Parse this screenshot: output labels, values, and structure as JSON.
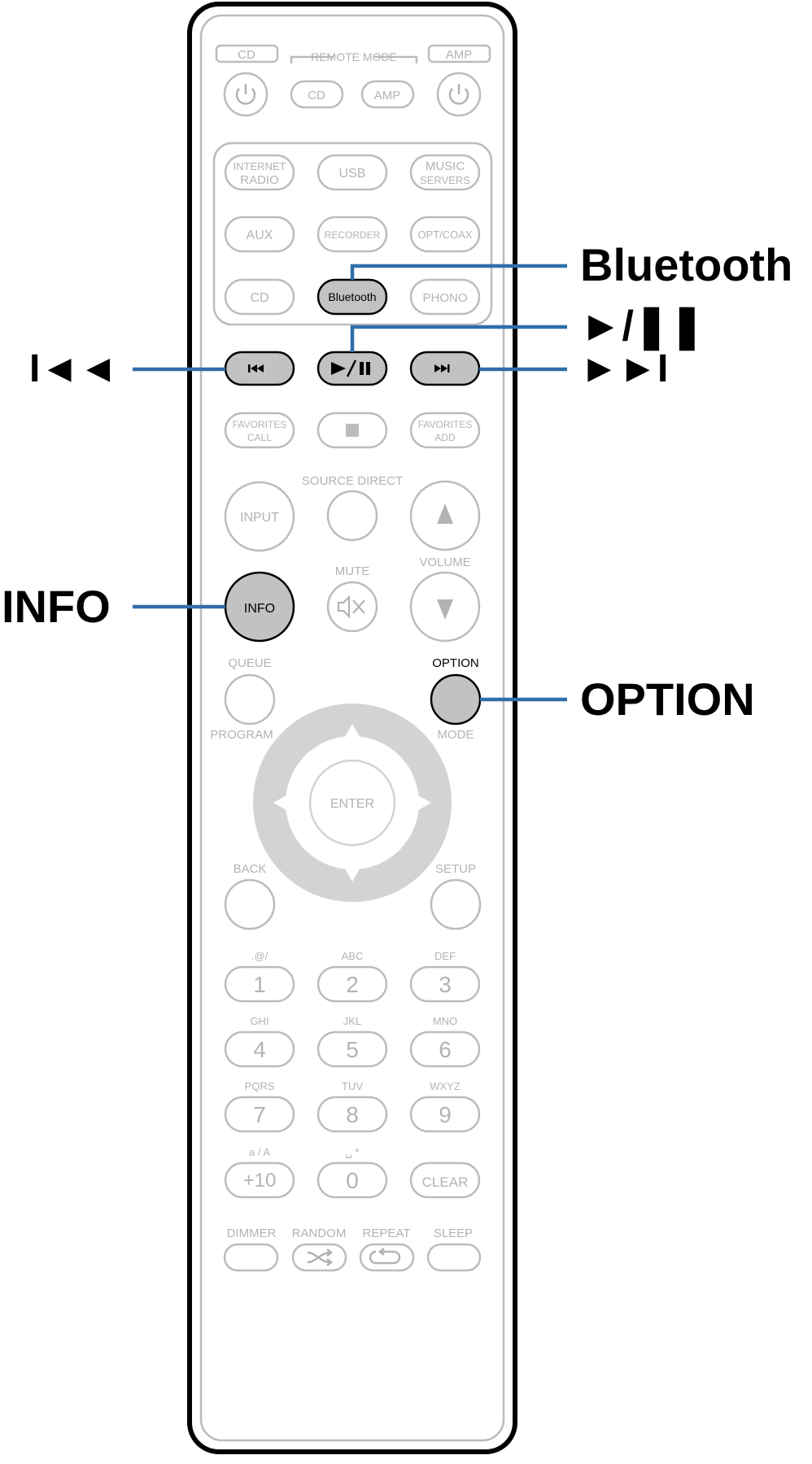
{
  "colors": {
    "outline": "#000000",
    "inactive": "#bcbcbc",
    "inactive_text": "#b3b3b3",
    "highlight_fill": "#c2c2c2",
    "callout_line": "#2f6eaa",
    "dpad_fill": "#d3d3d3"
  },
  "remote": {
    "mode_cd_label": "CD",
    "mode_amp_label": "AMP",
    "remote_mode_label": "REMOTE MODE",
    "cd_button_label": "CD",
    "amp_button_label": "AMP",
    "power_icons": [
      "power-icon",
      "power-icon"
    ],
    "sources": {
      "internet_radio_l1": "INTERNET",
      "internet_radio_l2": "RADIO",
      "usb": "USB",
      "music_servers_l1": "MUSIC",
      "music_servers_l2": "SERVERS",
      "aux": "AUX",
      "recorder": "RECORDER",
      "opt_coax": "OPT/COAX",
      "cd": "CD",
      "bluetooth": "Bluetooth",
      "phono": "PHONO"
    },
    "transport": {
      "prev_icon": "skip-back-icon",
      "play_pause_label": "►/❚❚",
      "next_icon": "skip-forward-icon"
    },
    "favorites_call_l1": "FAVORITES",
    "favorites_call_l2": "CALL",
    "stop_icon": "stop-icon",
    "favorites_add_l1": "FAVORITES",
    "favorites_add_l2": "ADD",
    "source_direct_label": "SOURCE DIRECT",
    "input_label": "INPUT",
    "volume_label": "VOLUME",
    "mute_label": "MUTE",
    "info_label": "INFO",
    "queue_label": "QUEUE",
    "program_label": "PROGRAM",
    "option_label": "OPTION",
    "mode_label": "MODE",
    "enter_label": "ENTER",
    "back_label": "BACK",
    "setup_label": "SETUP",
    "keypad": [
      {
        "sub": ".@/",
        "num": "1"
      },
      {
        "sub": "ABC",
        "num": "2"
      },
      {
        "sub": "DEF",
        "num": "3"
      },
      {
        "sub": "GHI",
        "num": "4"
      },
      {
        "sub": "JKL",
        "num": "5"
      },
      {
        "sub": "MNO",
        "num": "6"
      },
      {
        "sub": "PQRS",
        "num": "7"
      },
      {
        "sub": "TUV",
        "num": "8"
      },
      {
        "sub": "WXYZ",
        "num": "9"
      },
      {
        "sub": "a / A",
        "num": "+10"
      },
      {
        "sub": "␣ *",
        "num": "0"
      },
      {
        "sub": "",
        "num": "CLEAR"
      }
    ],
    "bottom_labels": {
      "dimmer": "DIMMER",
      "random": "RANDOM",
      "repeat": "REPEAT",
      "sleep": "SLEEP"
    }
  },
  "callouts": {
    "bluetooth": "Bluetooth",
    "play_pause": "►/❚❚",
    "next": "►►I",
    "prev": "I◄◄",
    "info": "INFO",
    "option": "OPTION"
  }
}
